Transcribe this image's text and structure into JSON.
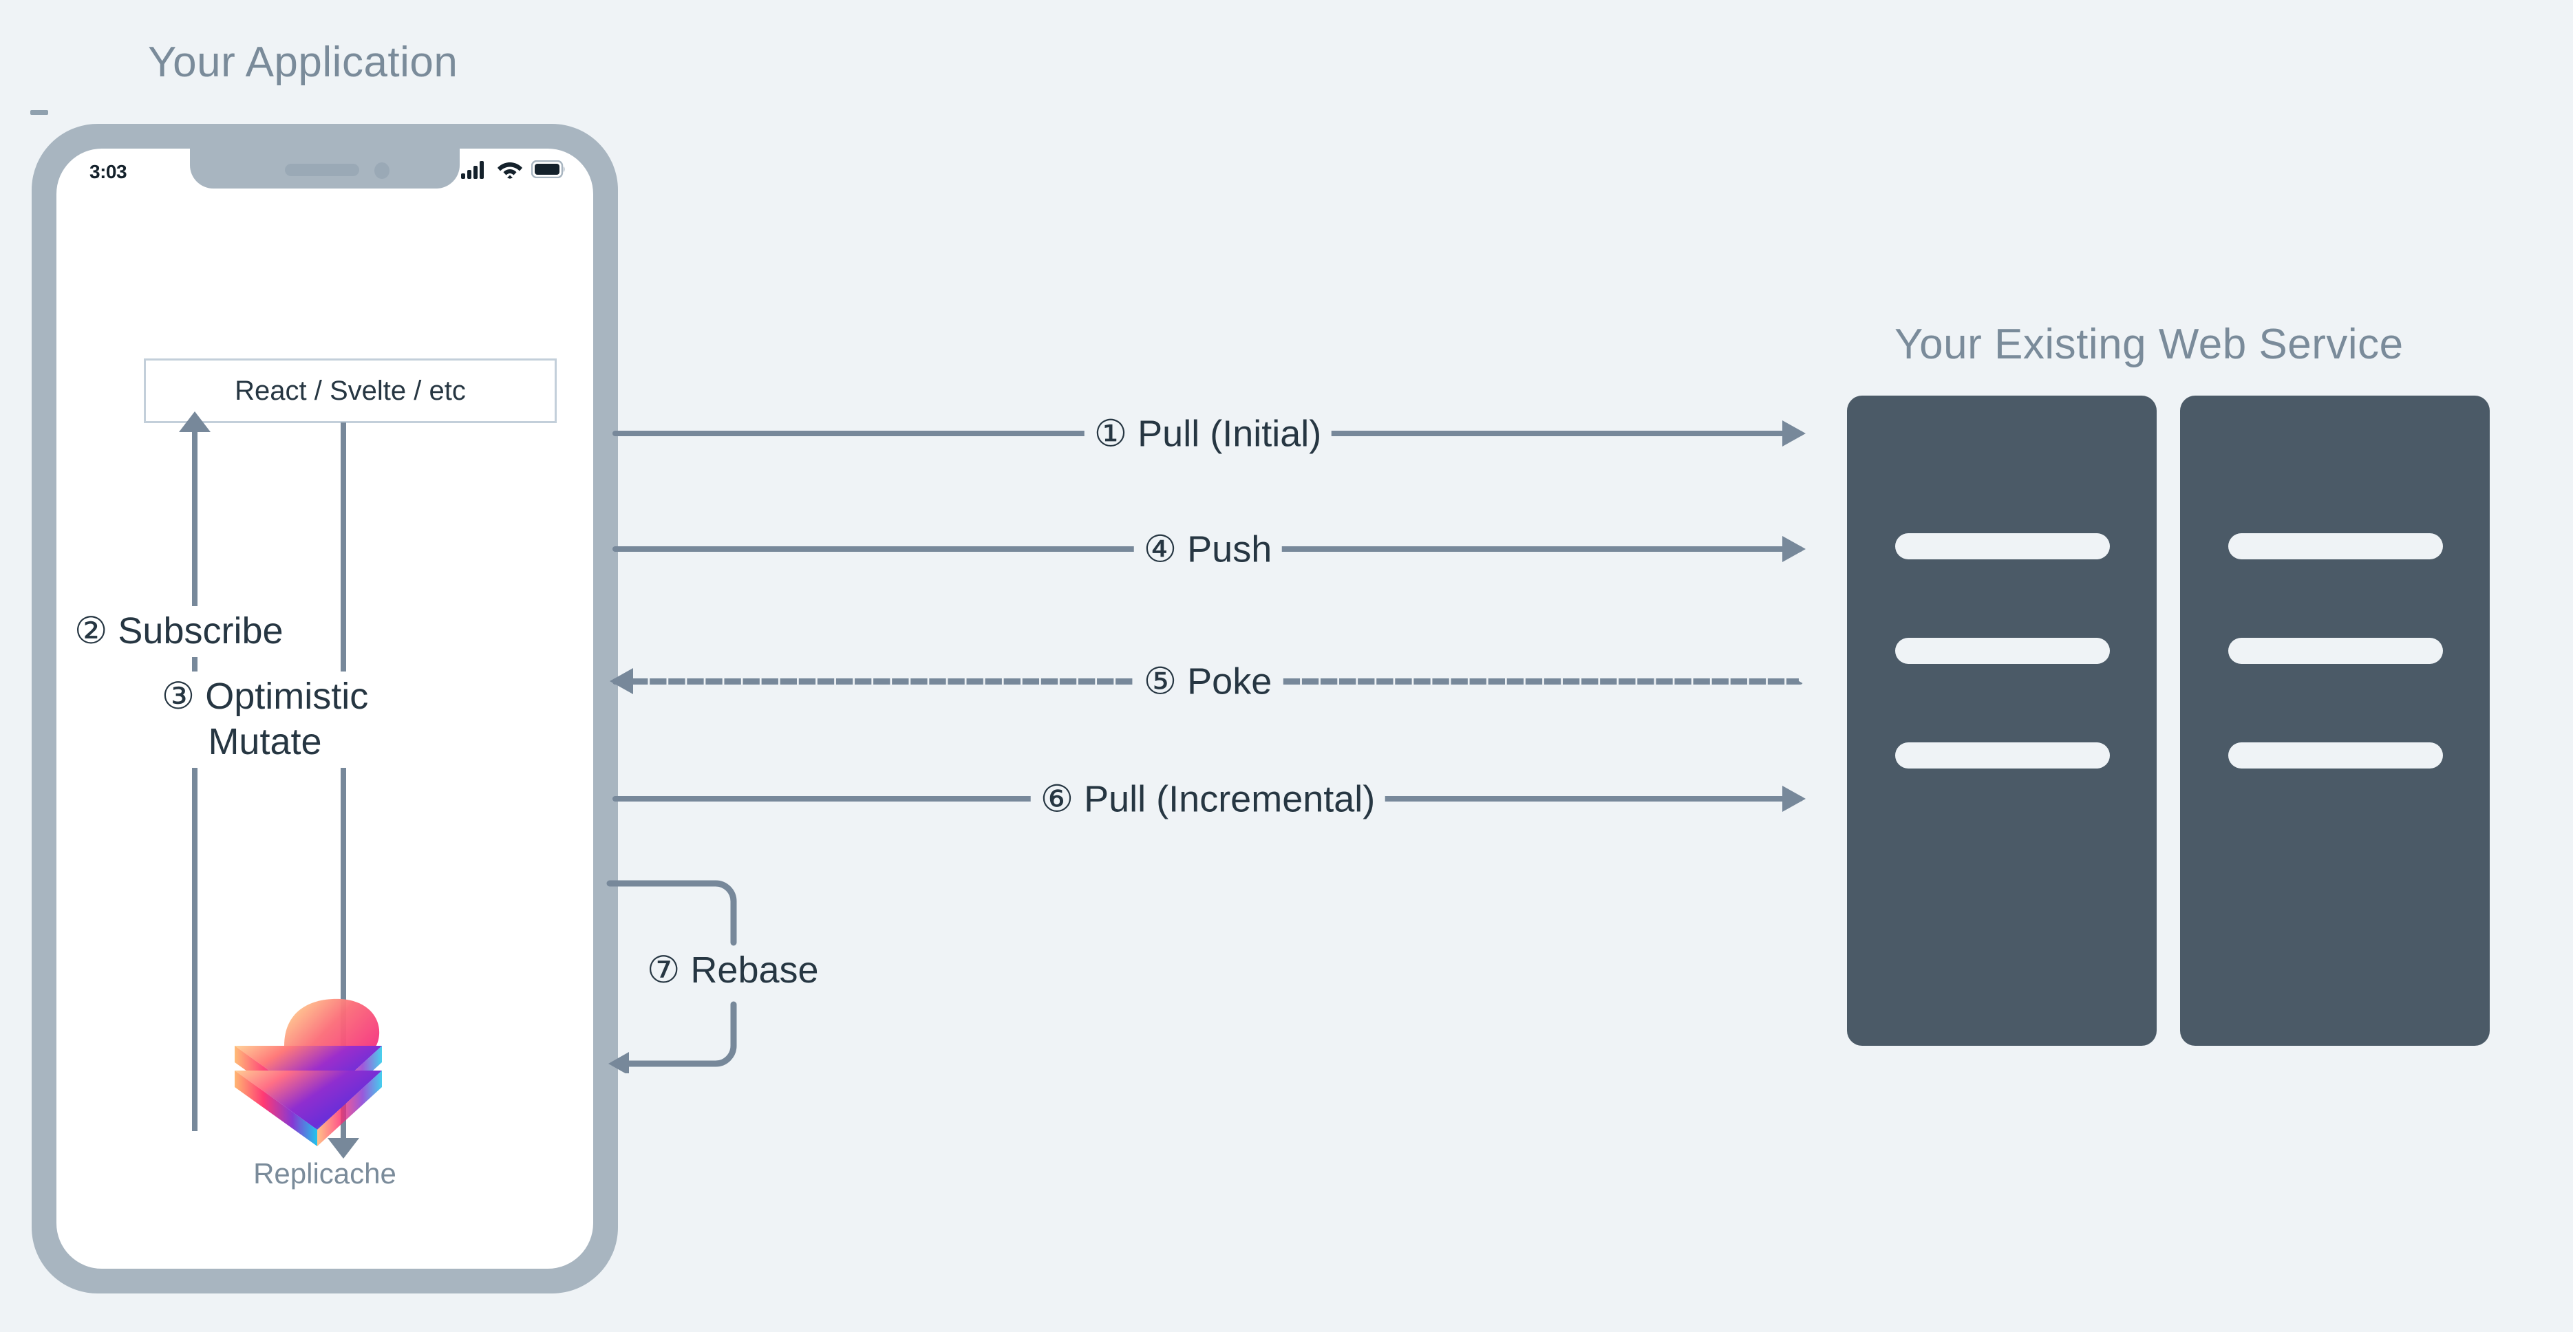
{
  "background_color": "#eff3f6",
  "accent_colors": {
    "title_text": "#7a8b9a",
    "body_text": "#263642",
    "arrow": "#77889a",
    "phone_frame": "#a8b5c0",
    "server": "#4b5a67",
    "box_border": "#c3cfda"
  },
  "app": {
    "title": "Your Application",
    "phone": {
      "status_bar": {
        "time": "3:03",
        "icons": [
          "cellular-signal-icon",
          "wifi-icon",
          "battery-icon"
        ]
      },
      "ui_box": {
        "label": "React / Svelte / etc"
      },
      "steps": [
        {
          "number": "②",
          "label": "Subscribe"
        },
        {
          "number": "③",
          "label": "Optimistic Mutate"
        }
      ],
      "store": {
        "name": "Replicache",
        "logo": "replicache-layers-logo"
      }
    }
  },
  "service": {
    "title": "Your Existing Web Service",
    "racks": [
      {
        "slots": 3
      },
      {
        "slots": 3
      }
    ]
  },
  "flows": [
    {
      "id": "pull-initial",
      "number": "①",
      "label": "Pull (Initial)",
      "text": "① Pull (Initial)",
      "direction": "right",
      "style": "solid"
    },
    {
      "id": "push",
      "number": "④",
      "label": "Push",
      "text": "④ Push",
      "direction": "right",
      "style": "solid"
    },
    {
      "id": "poke",
      "number": "⑤",
      "label": "Poke",
      "text": "⑤ Poke",
      "direction": "left",
      "style": "dashed"
    },
    {
      "id": "pull-incremental",
      "number": "⑥",
      "label": "Pull (Incremental)",
      "text": "⑥ Pull (Incremental)",
      "direction": "right",
      "style": "solid"
    }
  ],
  "rebase": {
    "number": "⑦",
    "label": "Rebase",
    "text": "⑦ Rebase"
  },
  "inner_labels": {
    "subscribe": "② Subscribe",
    "mutate": "③ Optimistic Mutate"
  }
}
